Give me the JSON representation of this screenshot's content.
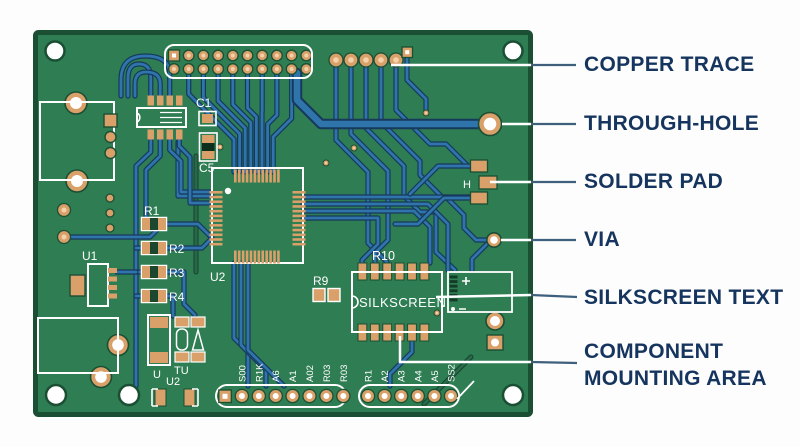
{
  "figure": {
    "title_implied": "PCB anatomy diagram",
    "colors": {
      "background": "#fdfdfd",
      "solder_mask_green": "#2e7d53",
      "board_edge_green": "#1a4f34",
      "copper": "#d9a06a",
      "copper_light_center": "#f3d2ab",
      "trace_blue": "#2f74ab",
      "trace_outline_navy": "#16395c",
      "silkscreen_white": "#ffffff",
      "annotation_text": "#16355e",
      "leader_line": "#3f607c"
    },
    "board": {
      "silkscreen_labels": {
        "c1": "C1",
        "c5": "C5",
        "r1": "R1",
        "r2": "R2",
        "r3": "R3",
        "r4": "R4",
        "u1": "U1",
        "u2_ic": "U2",
        "r9": "R9",
        "r10": "R10",
        "chip_text": "SILKSCREEN",
        "h": "H",
        "u": "U",
        "tu": "TU",
        "u2_bottom": "U2"
      },
      "headers": {
        "left_pins": [
          "S00",
          "R1K",
          "A6",
          "A1",
          "A02",
          "R03",
          "R03"
        ],
        "right_pins": [
          "R1",
          "A2",
          "A3",
          "A4",
          "A5",
          "SS2"
        ]
      }
    },
    "annotations": {
      "items": [
        {
          "label": "COPPER TRACE"
        },
        {
          "label": "THROUGH-HOLE"
        },
        {
          "label": "SOLDER PAD"
        },
        {
          "label": "VIA"
        },
        {
          "label": "SILKSCREEN TEXT"
        },
        {
          "label": "COMPONENT",
          "label2": "MOUNTING AREA"
        }
      ]
    }
  }
}
